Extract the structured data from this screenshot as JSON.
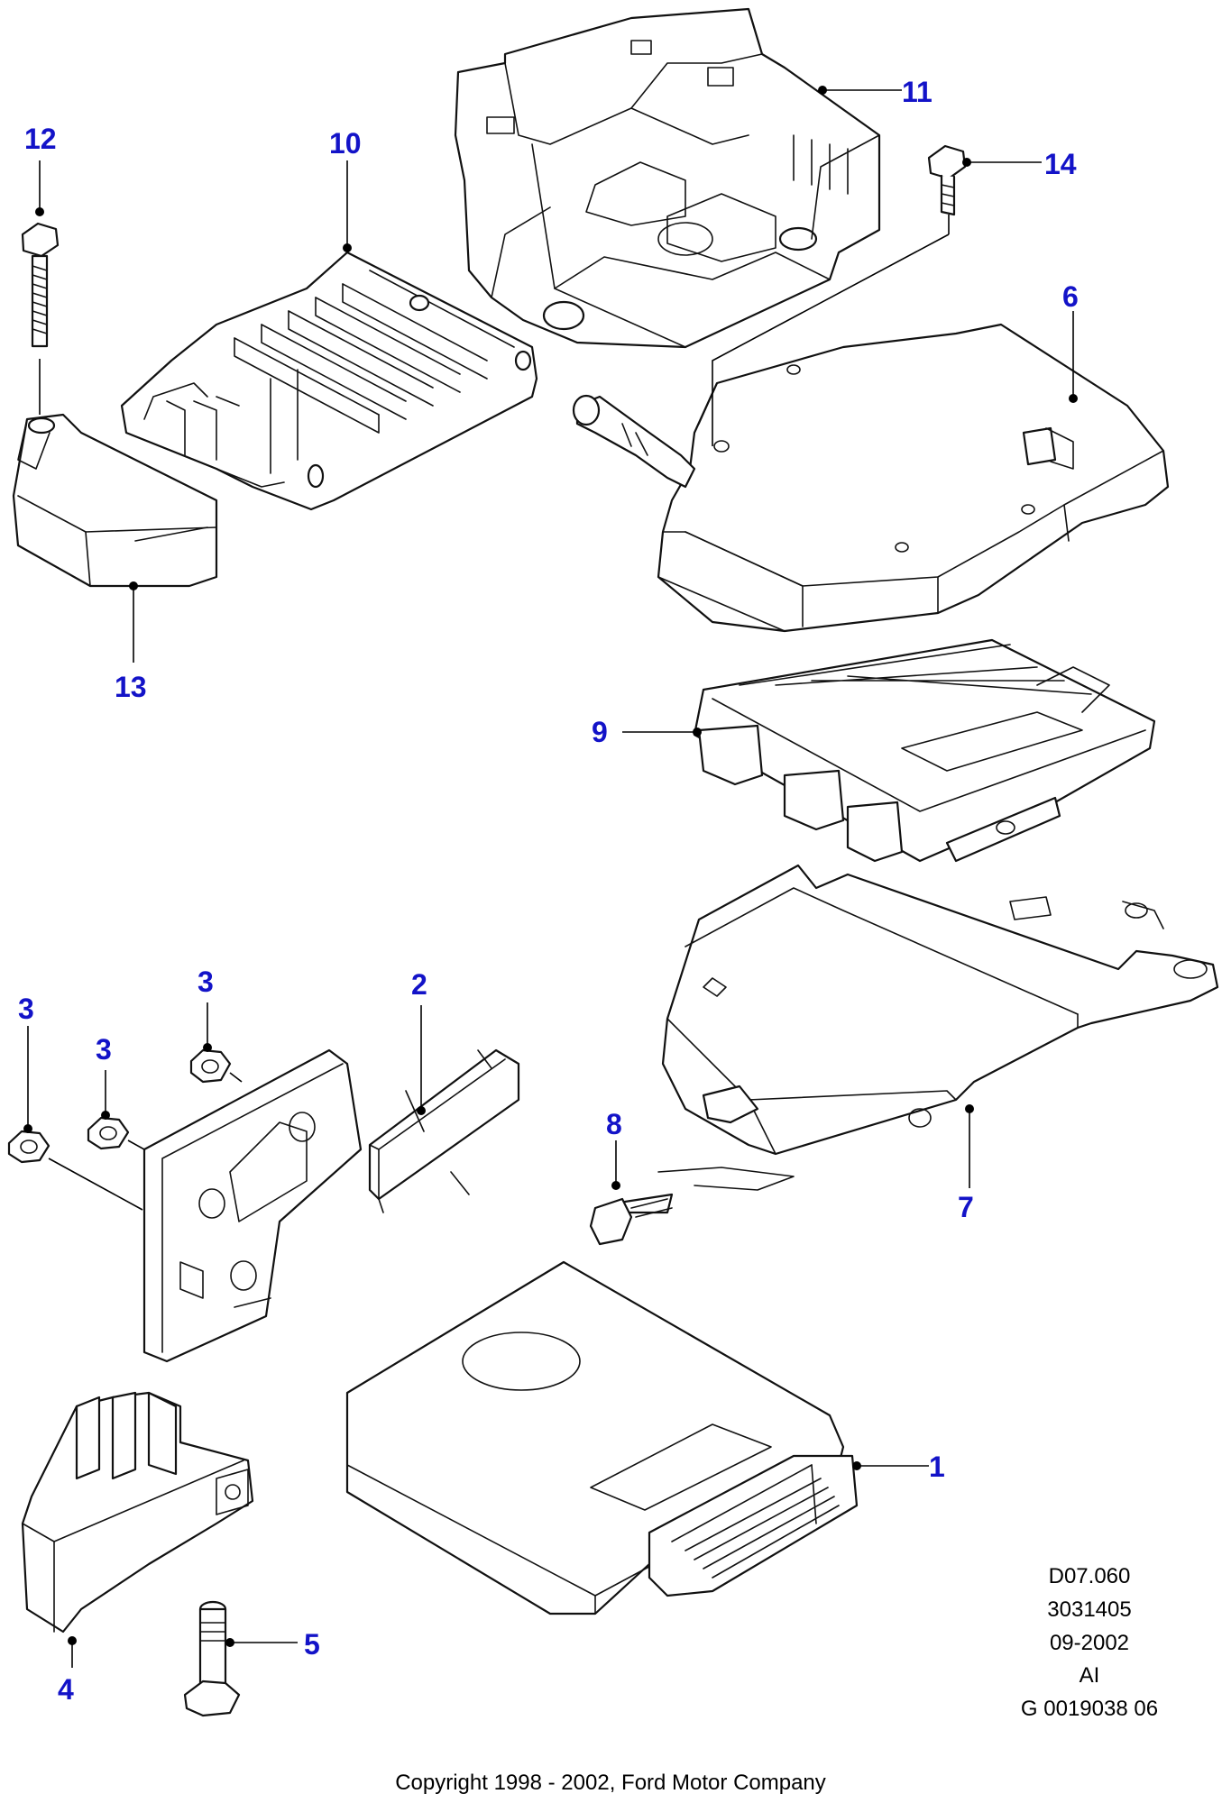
{
  "diagram": {
    "callouts": [
      {
        "id": "c1",
        "label": "1"
      },
      {
        "id": "c2",
        "label": "2"
      },
      {
        "id": "c3a",
        "label": "3"
      },
      {
        "id": "c3b",
        "label": "3"
      },
      {
        "id": "c3c",
        "label": "3"
      },
      {
        "id": "c4",
        "label": "4"
      },
      {
        "id": "c5",
        "label": "5"
      },
      {
        "id": "c6",
        "label": "6"
      },
      {
        "id": "c7",
        "label": "7"
      },
      {
        "id": "c8",
        "label": "8"
      },
      {
        "id": "c9",
        "label": "9"
      },
      {
        "id": "c10",
        "label": "10"
      },
      {
        "id": "c11",
        "label": "11"
      },
      {
        "id": "c12",
        "label": "12"
      },
      {
        "id": "c13",
        "label": "13"
      },
      {
        "id": "c14",
        "label": "14"
      }
    ],
    "reference_block": [
      "D07.060",
      "3031405",
      "09-2002",
      "AI",
      "G 0019038 06"
    ],
    "copyright": "Copyright 1998 - 2002, Ford Motor Company",
    "colors": {
      "callout": "#1313c8",
      "line": "#111111",
      "background": "#ffffff"
    }
  }
}
